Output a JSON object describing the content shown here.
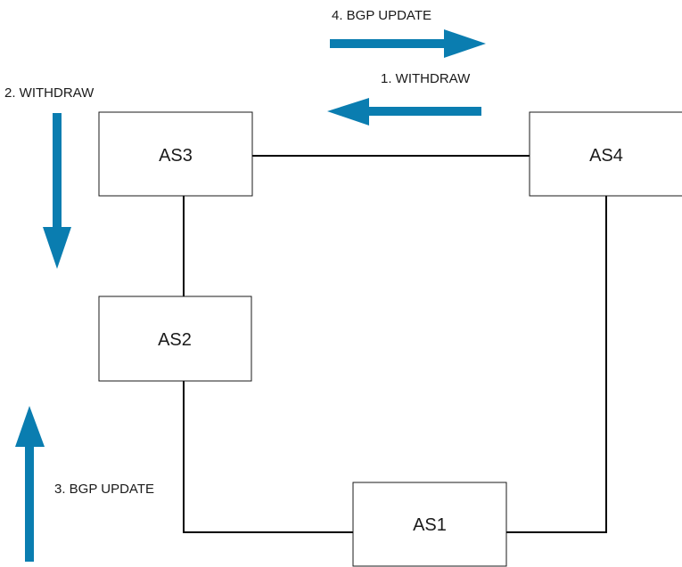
{
  "nodes": {
    "as1": "AS1",
    "as2": "AS2",
    "as3": "AS3",
    "as4": "AS4"
  },
  "links": [
    [
      "AS3",
      "AS4"
    ],
    [
      "AS3",
      "AS2"
    ],
    [
      "AS2",
      "AS1"
    ],
    [
      "AS4",
      "AS1"
    ]
  ],
  "steps": {
    "step1": "1. WITHDRAW",
    "step2": "2. WITHDRAW",
    "step3": "3. BGP UPDATE",
    "step4": "4. BGP UPDATE"
  },
  "colors": {
    "arrow": "#0a7db0",
    "box_border": "#1a1a1a",
    "link": "#000000"
  }
}
